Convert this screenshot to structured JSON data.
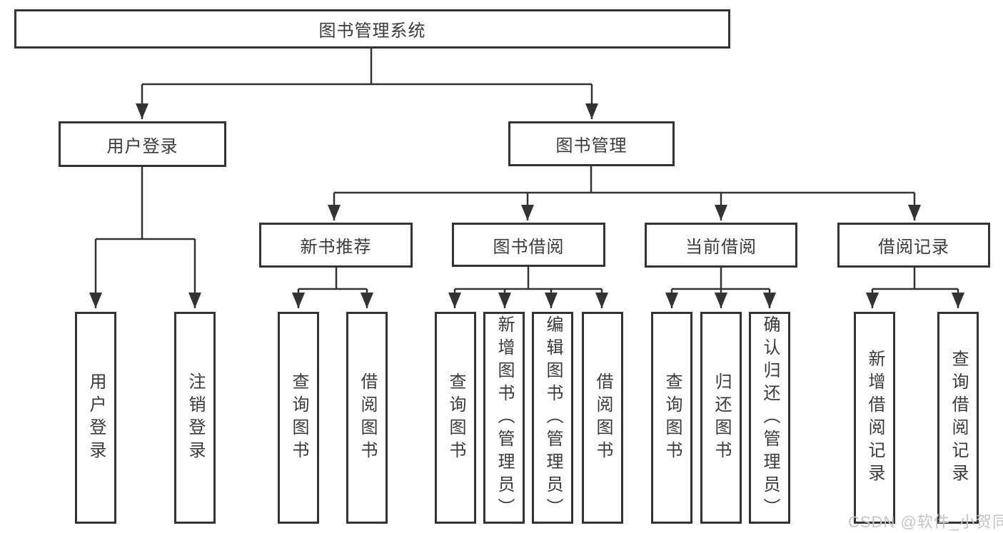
{
  "colors": {
    "line": "#333333",
    "text": "#3a3a3a",
    "watermark_text": "#c4c4c4",
    "background": "#ffffff"
  },
  "watermark": "CSDN @软件_小贺同学",
  "tree": {
    "root": {
      "label": "图书管理系统",
      "children": [
        {
          "label": "用户登录",
          "children": [
            {
              "label": "用户登录"
            },
            {
              "label": "注销登录"
            }
          ]
        },
        {
          "label": "图书管理",
          "children": [
            {
              "label": "新书推荐",
              "children": [
                {
                  "label": "查询图书"
                },
                {
                  "label": "借阅图书"
                }
              ]
            },
            {
              "label": "图书借阅",
              "children": [
                {
                  "label": "查询图书"
                },
                {
                  "label": "新增图书（管理员）"
                },
                {
                  "label": "编辑图书（管理员）"
                },
                {
                  "label": "借阅图书"
                }
              ]
            },
            {
              "label": "当前借阅",
              "children": [
                {
                  "label": "查询图书"
                },
                {
                  "label": "归还图书"
                },
                {
                  "label": "确认归还（管理员）"
                }
              ]
            },
            {
              "label": "借阅记录",
              "children": [
                {
                  "label": "新增借阅记录"
                },
                {
                  "label": "查询借阅记录"
                }
              ]
            }
          ]
        }
      ]
    }
  }
}
